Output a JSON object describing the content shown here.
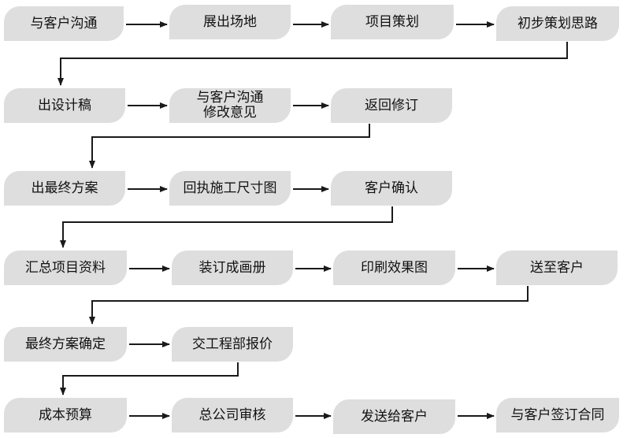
{
  "flow": {
    "rows": [
      [
        "与客户沟通",
        "展出场地",
        "项目策划",
        "初步策划思路"
      ],
      [
        "出设计稿",
        "与客户沟通\n修改意见",
        "返回修订"
      ],
      [
        "出最终方案",
        "回执施工尺寸图",
        "客户确认"
      ],
      [
        "汇总项目资料",
        "装订成画册",
        "印刷效果图",
        "送至客户"
      ],
      [
        "最终方案确定",
        "交工程部报价"
      ],
      [
        "成本预算",
        "总公司审核",
        "发送给客户",
        "与客户签订合同"
      ]
    ]
  },
  "colors": {
    "box": "#dedede",
    "line": "#1a1a1a",
    "text": "#111111"
  }
}
